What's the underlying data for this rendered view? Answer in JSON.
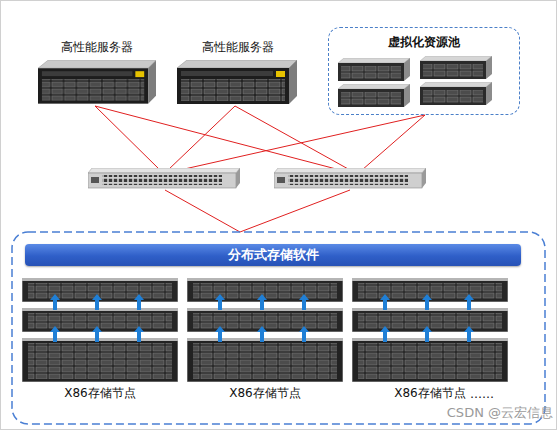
{
  "diagram": {
    "nodes": [
      {
        "text": [
          "高性能服务器"
        ]
      },
      {
        "text": [
          "高性能服务器"
        ]
      },
      {
        "text": [
          "虚拟化资源池"
        ]
      },
      {
        "text": [
          "分布式存储软件"
        ]
      },
      {
        "text": [
          "X86存储节点"
        ]
      },
      {
        "text": [
          "X86存储节点"
        ]
      },
      {
        "text": [
          "X86存储节点"
        ]
      }
    ],
    "labels": [
      "……",
      "CSDN @云宏信息"
    ]
  }
}
